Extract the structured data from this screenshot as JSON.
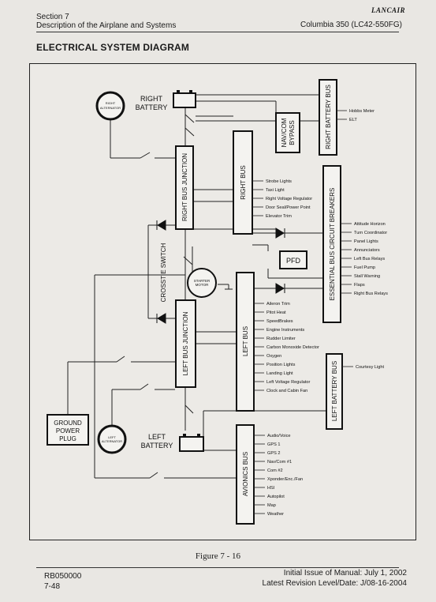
{
  "header": {
    "section": "Section 7",
    "subtitle": "Description of the Airplane and Systems",
    "logo_text": "LANCAIR",
    "model": "Columbia 350 (LC42-550FG)"
  },
  "page_title": "ELECTRICAL SYSTEM DIAGRAM",
  "diagram": {
    "buses": {
      "right_battery_bus": "RIGHT BATTERY BUS",
      "navcom_bypass_1": "NAV/COM",
      "navcom_bypass_2": "BYPASS",
      "right_bus": "RIGHT BUS",
      "essential_bus": "ESSENTIAL BUS CIRCUIT BREAKERS",
      "right_bus_junction": "RIGHT BUS JUNCTION",
      "crosstie_switch": "CROSSTIE SWITCH",
      "left_bus_junction": "LEFT BUS JUNCTION",
      "left_bus": "LEFT BUS",
      "left_battery_bus": "LEFT BATTERY BUS",
      "avionics_bus": "AVIONICS BUS"
    },
    "components": {
      "right_alternator_1": "RIGHT",
      "right_alternator_2": "ALTERNATOR",
      "right_battery_1": "RIGHT",
      "right_battery_2": "BATTERY",
      "left_alternator_1": "LEFT",
      "left_alternator_2": "ALTERNATOR",
      "left_battery_1": "LEFT",
      "left_battery_2": "BATTERY",
      "starter_1": "STARTER",
      "starter_2": "MOTOR",
      "pfd": "PFD",
      "ground_power_1": "GROUND",
      "ground_power_2": "POWER",
      "ground_power_3": "PLUG"
    },
    "right_battery_bus_loads": [
      "Hobbs Meter",
      "ELT"
    ],
    "right_bus_loads": [
      "Strobe Lights",
      "Taxi Light",
      "Right Voltage Regulator",
      "Door Seal/Power Point",
      "Elevator Trim"
    ],
    "essential_bus_loads": [
      "Attitude Horizon",
      "Turn Coordinator",
      "Panel Lights",
      "Annunciators",
      "Left Bus Relays",
      "Fuel Pump",
      "Stall Warning",
      "Flaps",
      "Right Bus Relays"
    ],
    "left_bus_loads": [
      "Aileron Trim",
      "Pitot Heat",
      "SpeedBrakes",
      "Engine Instruments",
      "Rudder Limiter",
      "Carbon Monoxide Detector",
      "Oxygen",
      "Position Lights",
      "Landing Light",
      "Left Voltage Regulator",
      "Clock and Cabin Fan"
    ],
    "left_battery_bus_loads": [
      "Courtesy Light"
    ],
    "avionics_bus_loads": [
      "Audio/Voice",
      "GPS 1",
      "GPS 2",
      "Nav/Com #1",
      "Com #2",
      "Xponder/Enc./Fan",
      "HSI",
      "Autopilot",
      "Map",
      "Weather"
    ]
  },
  "figure_caption": "Figure 7 - 16",
  "footer": {
    "doc_number": "RB050000",
    "page_number": "7-48",
    "issue": "Initial Issue of Manual: July 1, 2002",
    "revision": "Latest Revision Level/Date: J/08-16-2004"
  }
}
